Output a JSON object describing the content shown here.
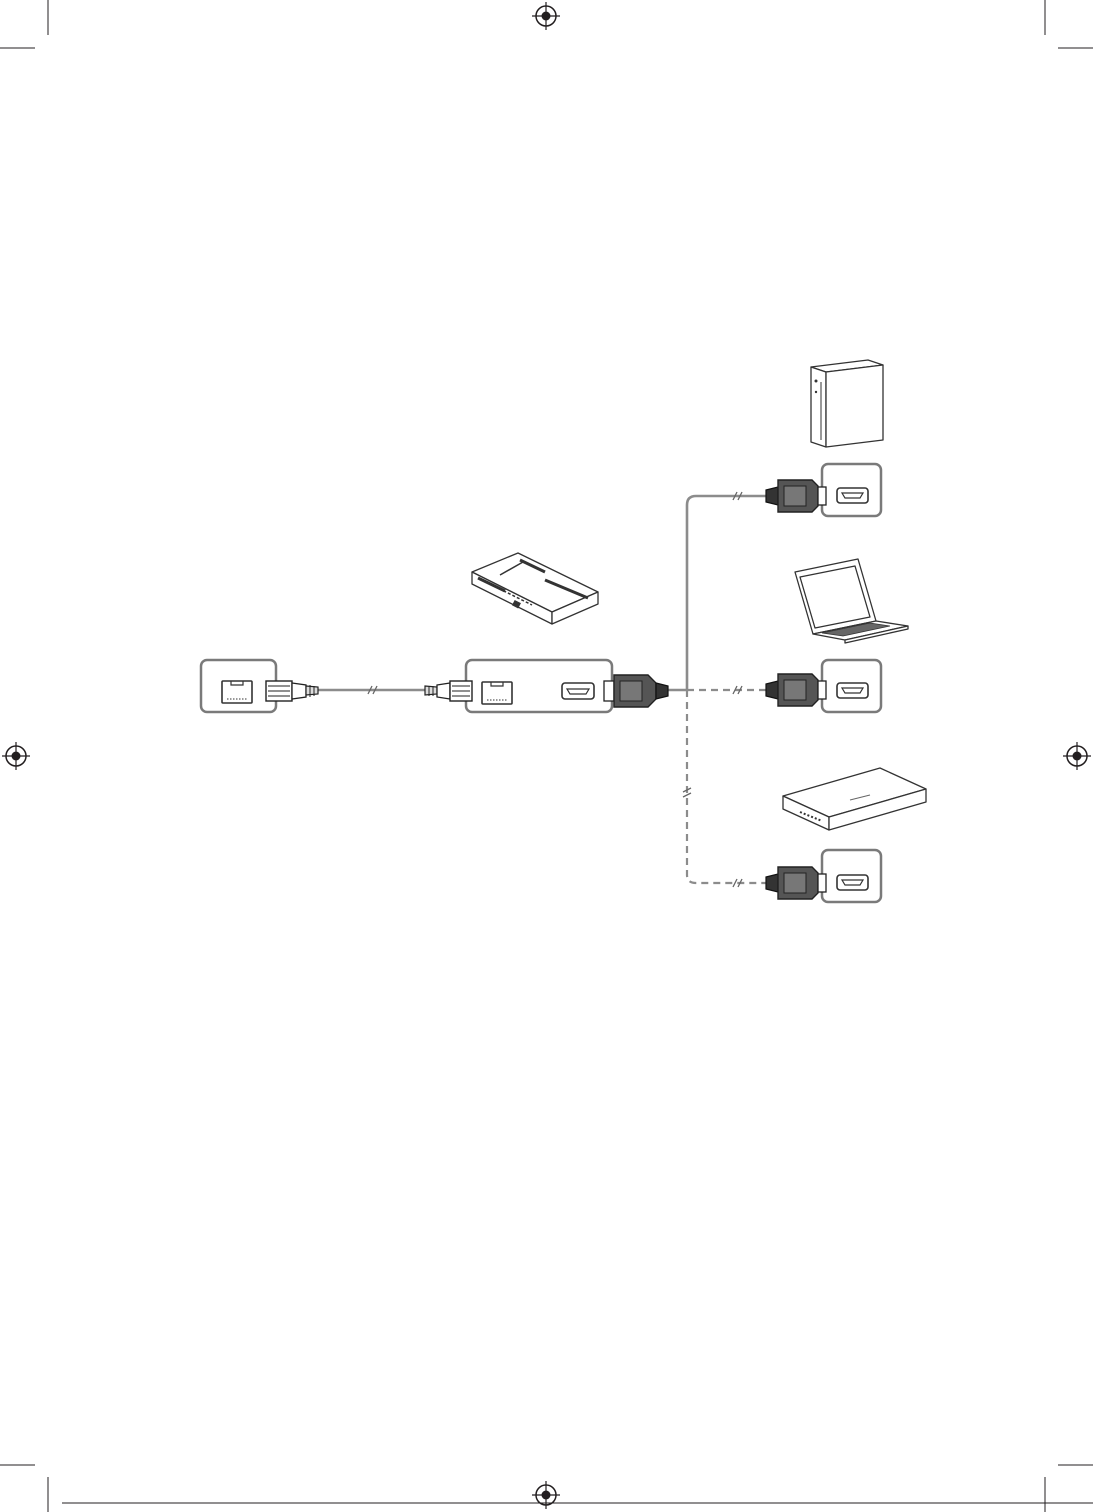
{
  "document": {
    "registration_marks": [
      "registration-mark-top",
      "registration-mark-left",
      "registration-mark-right",
      "registration-mark-bottom"
    ]
  },
  "diagram": {
    "nodes": [
      {
        "id": "display-lan-port",
        "icon": "rj45-port-icon"
      },
      {
        "id": "hdbaset-receiver",
        "icon": "set-top-box-icon"
      },
      {
        "id": "pc-tower",
        "icon": "desktop-tower-icon"
      },
      {
        "id": "laptop",
        "icon": "laptop-icon"
      },
      {
        "id": "blu-ray-player",
        "icon": "media-player-icon"
      }
    ],
    "edges": [
      {
        "from": "display-lan-port",
        "to": "hdbaset-receiver",
        "cable": "lan",
        "style": "solid"
      },
      {
        "from": "hdbaset-receiver",
        "to": "pc-tower",
        "cable": "hdmi",
        "style": "solid"
      },
      {
        "from": "hdbaset-receiver",
        "to": "laptop",
        "cable": "hdmi",
        "style": "dashed"
      },
      {
        "from": "hdbaset-receiver",
        "to": "blu-ray-player",
        "cable": "hdmi",
        "style": "dashed"
      }
    ],
    "colors": {
      "cable": "#8c8c8c",
      "panel_stroke": "#7a7a7a",
      "plug": "#555555",
      "ink": "#333333"
    }
  }
}
